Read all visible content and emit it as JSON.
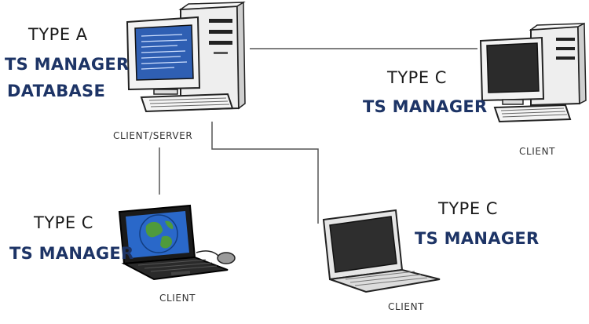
{
  "nodes": {
    "server": {
      "type_label": "TYPE A",
      "product_line1": "TS MANAGER",
      "product_line2": "DATABASE",
      "role": "CLIENT/SERVER"
    },
    "desktop_client": {
      "type_label": "TYPE C",
      "product": "TS MANAGER",
      "role": "CLIENT"
    },
    "laptop_client_left": {
      "type_label": "TYPE C",
      "product": "TS MANAGER",
      "role": "CLIENT"
    },
    "laptop_client_right": {
      "type_label": "TYPE C",
      "product": "TS MANAGER",
      "role": "CLIENT"
    }
  },
  "colors": {
    "product_text": "#1d3466",
    "type_text": "#1a1a1a",
    "server_screen": "#2f5fb3",
    "globe_ocean": "#2a68c9",
    "globe_land": "#4f9a3c",
    "line": "#555555"
  },
  "icons": [
    "desktop-computer-icon",
    "laptop-icon",
    "globe-icon",
    "mouse-icon"
  ]
}
